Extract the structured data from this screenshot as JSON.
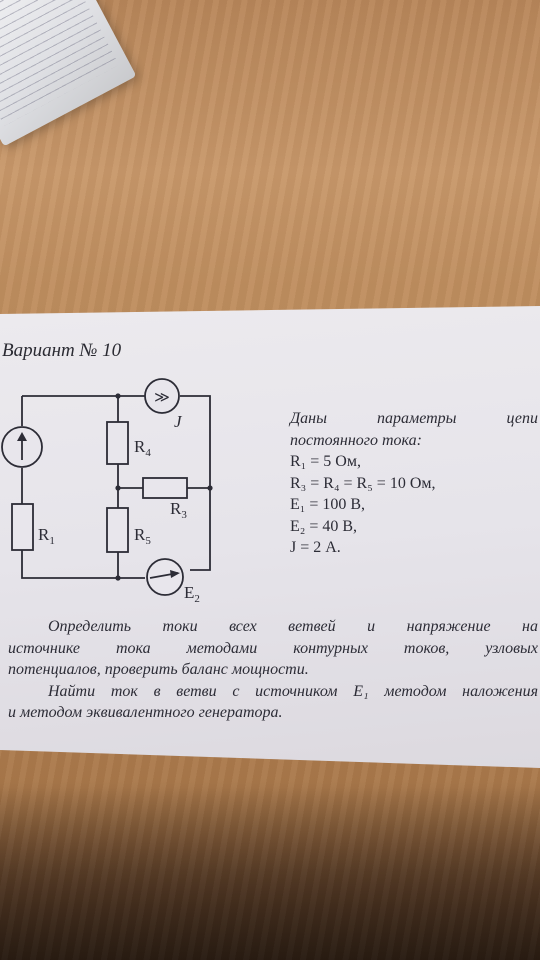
{
  "card": {
    "title": "Вариант № 10",
    "circuit_labels": {
      "r1": "R",
      "r1_sub": "1",
      "r4": "R",
      "r4_sub": "4",
      "r3": "R",
      "r3_sub": "3",
      "r5": "R",
      "r5_sub": "5",
      "j": "J",
      "e2": "E",
      "e2_sub": "2",
      "current_source_symbol": "≫"
    },
    "params": {
      "heading_line1": "Даны параметры цепи",
      "heading_line2": "постоянного тока:",
      "lines": [
        "R₁ = 5 Ом,",
        "R₃ = R₄ = R₅ = 10 Ом,",
        "E₁ = 100 В,",
        "E₂ = 40 В,",
        "J = 2 А."
      ]
    },
    "task": {
      "paragraph1_lines": [
        "Определить токи всех ветвей и напряжение на",
        "источнике тока методами контурных токов, узловых",
        "потенциалов, проверить баланс мощности."
      ],
      "paragraph2_lines": [
        "Найти ток в ветви с источником E₁ методом наложения",
        "и методом эквивалентного генератора."
      ]
    }
  },
  "colors": {
    "paper": "#e6e4ea",
    "ink": "#2c2c36",
    "table": "#bf8e5f"
  }
}
